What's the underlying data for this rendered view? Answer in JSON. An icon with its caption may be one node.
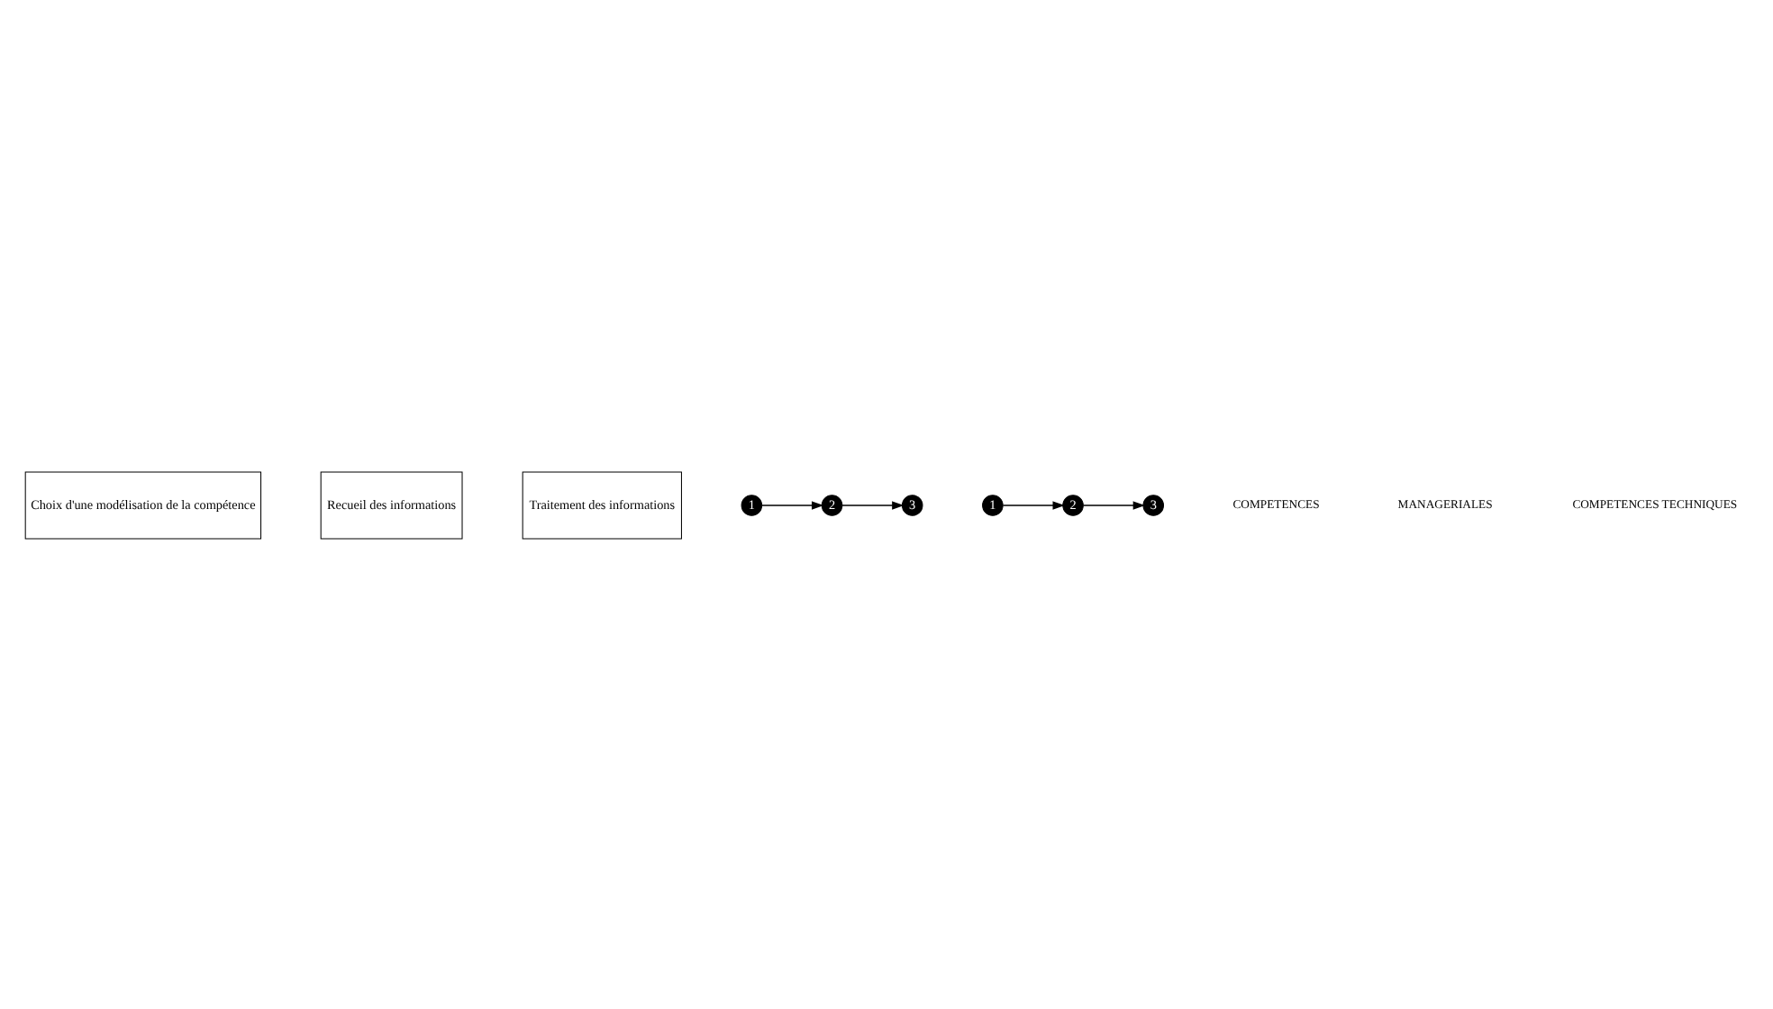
{
  "diagram": {
    "nodes": [
      {
        "text": [
          "Choix d'une modélisation de la compétence"
        ]
      },
      {
        "text": [
          "Recueil des informations"
        ]
      },
      {
        "text": [
          "Traitement des informations"
        ]
      },
      {
        "text": [
          "1"
        ]
      },
      {
        "text": [
          "2"
        ]
      },
      {
        "text": [
          "3"
        ]
      },
      {
        "text": [
          "1"
        ]
      },
      {
        "text": [
          "2"
        ]
      },
      {
        "text": [
          "3"
        ]
      }
    ],
    "edges": [
      {
        "from": 3,
        "to": 4,
        "arrow": "to"
      },
      {
        "from": 4,
        "to": 5,
        "arrow": "to"
      },
      {
        "from": 6,
        "to": 7,
        "arrow": "to"
      },
      {
        "from": 7,
        "to": 8,
        "arrow": "to"
      }
    ],
    "labels": [
      "COMPETENCES",
      "MANAGERIALES",
      "COMPETENCES TECHNIQUES"
    ]
  }
}
